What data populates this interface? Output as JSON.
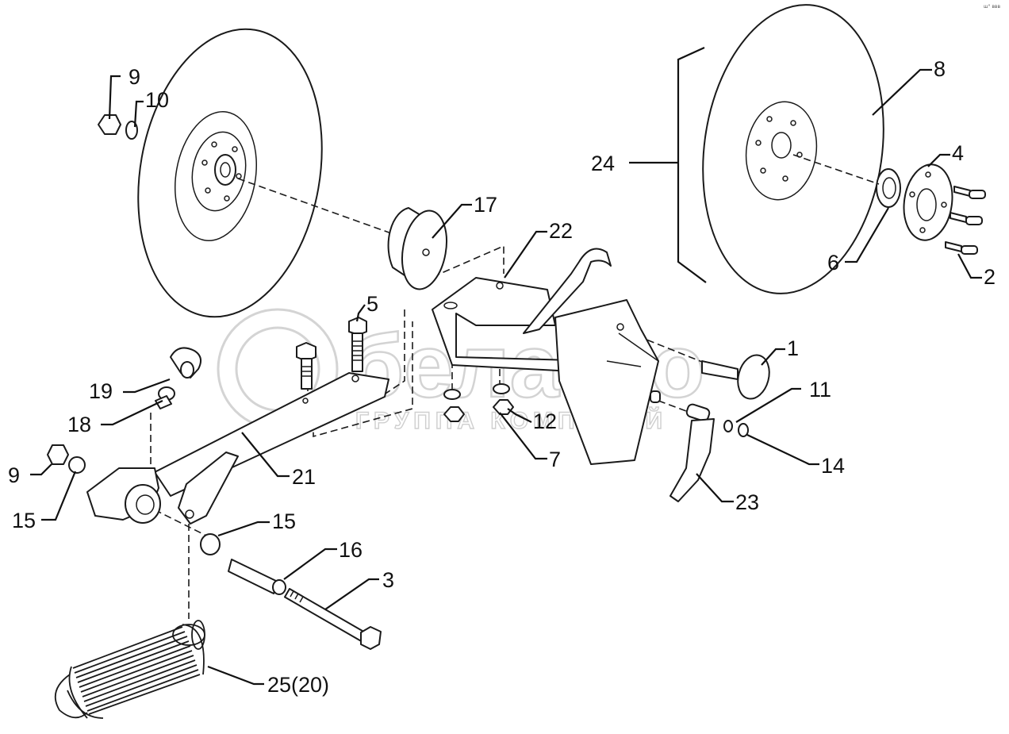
{
  "watermark": {
    "brand": "белагро",
    "subtitle": "ГРУППА КОМПАНИЙ"
  },
  "corner_mark": "ш° ввв",
  "callouts": {
    "c9a": "9",
    "c10": "10",
    "c8": "8",
    "c4": "4",
    "c24": "24",
    "c17": "17",
    "c22": "22",
    "c6": "6",
    "c2": "2",
    "c5": "5",
    "c1": "1",
    "c19": "19",
    "c11": "11",
    "c18": "18",
    "c12": "12",
    "c7": "7",
    "c14": "14",
    "c9b": "9",
    "c21": "21",
    "c23": "23",
    "c15a": "15",
    "c15b": "15",
    "c16": "16",
    "c3": "3",
    "c25": "25(20)"
  }
}
